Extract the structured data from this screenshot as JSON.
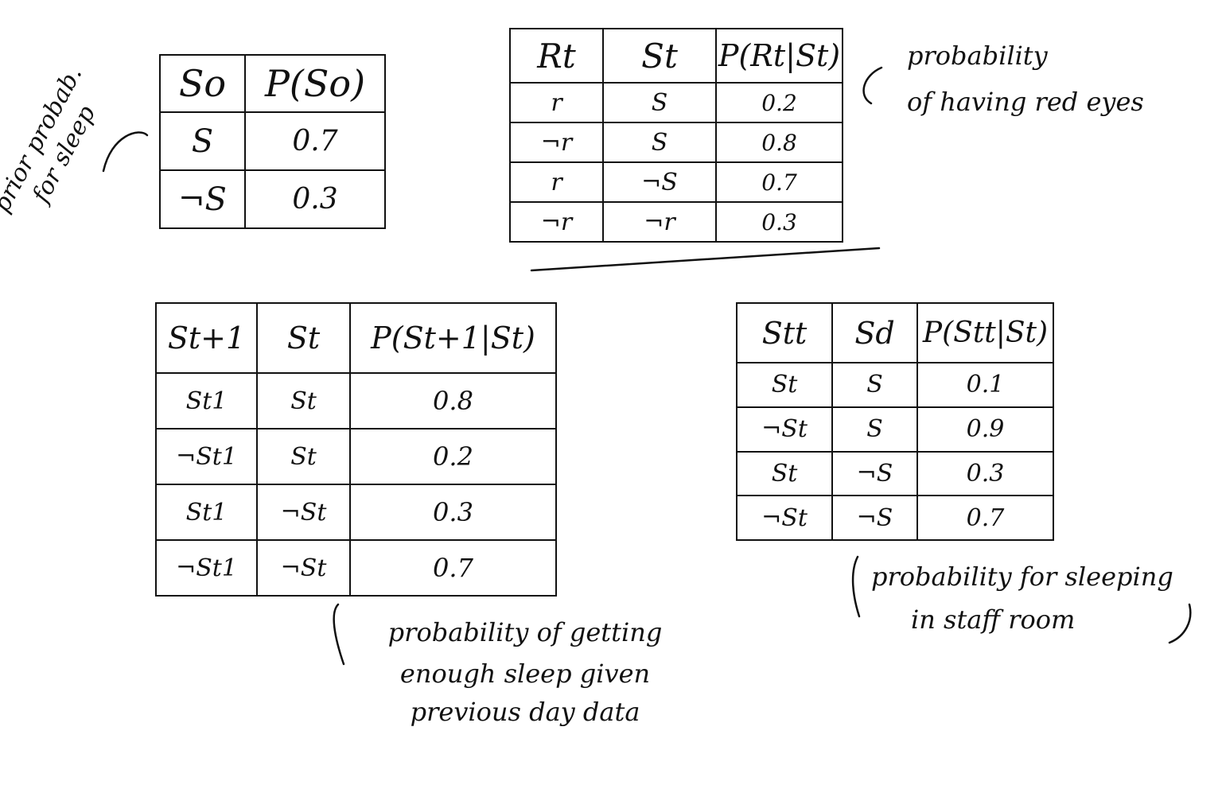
{
  "prior_table": {
    "headers": [
      "So",
      "P(So)"
    ],
    "rows": [
      [
        "S",
        "0.7"
      ],
      [
        "¬S",
        "0.3"
      ]
    ]
  },
  "prior_note": {
    "line1": "prior probab.",
    "line2": "for sleep"
  },
  "red_eyes_table": {
    "headers": [
      "Rt",
      "St",
      "P(Rt|St)"
    ],
    "rows": [
      [
        "r",
        "S",
        "0.2"
      ],
      [
        "¬r",
        "S",
        "0.8"
      ],
      [
        "r",
        "¬S",
        "0.7"
      ],
      [
        "¬r",
        "¬r",
        "0.3"
      ]
    ]
  },
  "red_eyes_note": {
    "line1": "probability",
    "line2": "of having red eyes"
  },
  "transition_table": {
    "headers": [
      "St+1",
      "St",
      "P(St+1|St)"
    ],
    "rows": [
      [
        "St1",
        "St",
        "0.8"
      ],
      [
        "¬St1",
        "St",
        "0.2"
      ],
      [
        "St1",
        "¬St",
        "0.3"
      ],
      [
        "¬St1",
        "¬St",
        "0.7"
      ]
    ]
  },
  "transition_note": {
    "line1": "probability of getting",
    "line2": "enough sleep given",
    "line3": "previous day data"
  },
  "staff_table": {
    "headers": [
      "Stt",
      "Sd",
      "P(Stt|St)"
    ],
    "rows": [
      [
        "St",
        "S",
        "0.1"
      ],
      [
        "¬St",
        "S",
        "0.9"
      ],
      [
        "St",
        "¬S",
        "0.3"
      ],
      [
        "¬St",
        "¬S",
        "0.7"
      ]
    ]
  },
  "staff_note": {
    "line1": "probability for sleeping",
    "line2": "in staff room"
  }
}
